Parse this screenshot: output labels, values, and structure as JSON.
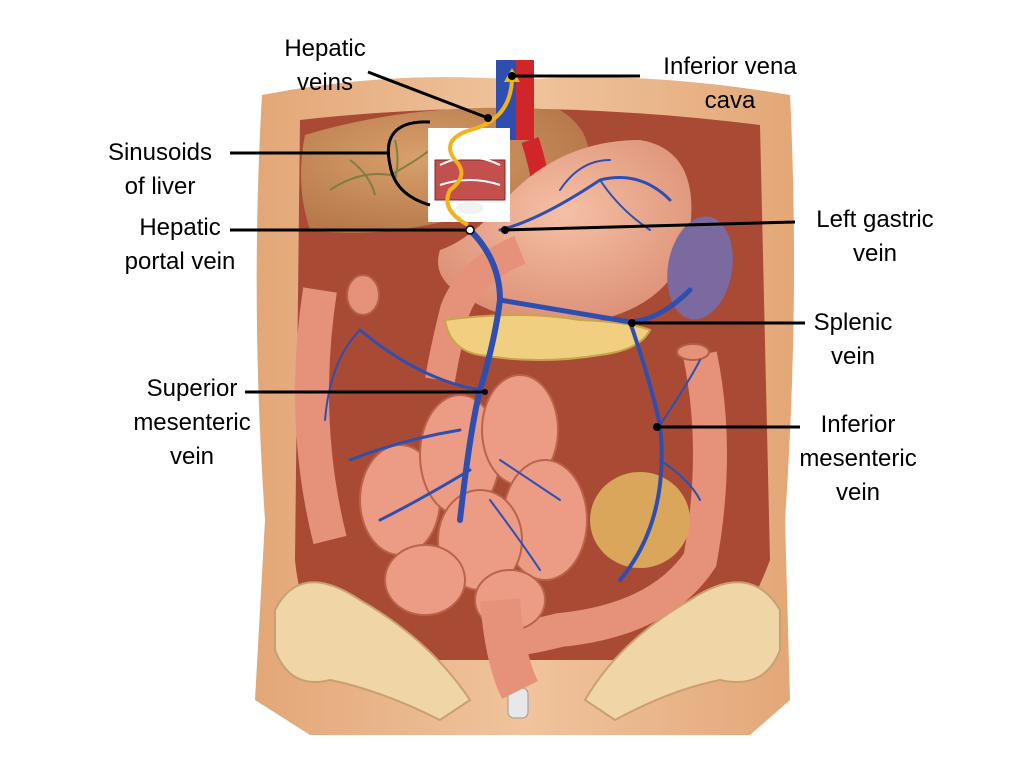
{
  "figure": {
    "colors": {
      "skin": "#e9b58a",
      "muscle": "#a94a35",
      "liver": "#c98a5c",
      "intestine": "#e6927a",
      "vein": "#2f4fb0",
      "artery": "#d0262a",
      "pancreas": "#f0d080",
      "spleen": "#7a6aa0",
      "bone": "#f0d6a6",
      "flow_arrow": "#f2b21a"
    },
    "labels": {
      "hepatic_veins": [
        "Hepatic",
        "veins"
      ],
      "inferior_vena_cava": [
        "Inferior vena",
        "cava"
      ],
      "sinusoids_of_liver": [
        "Sinusoids",
        "of liver"
      ],
      "hepatic_portal_vein": [
        "Hepatic",
        "portal vein"
      ],
      "left_gastric_vein": [
        "Left gastric",
        "vein"
      ],
      "splenic_vein": [
        "Splenic",
        "vein"
      ],
      "superior_mesenteric_vein": [
        "Superior",
        "mesenteric",
        "vein"
      ],
      "inferior_mesenteric_vein": [
        "Inferior",
        "mesenteric",
        "vein"
      ]
    }
  }
}
